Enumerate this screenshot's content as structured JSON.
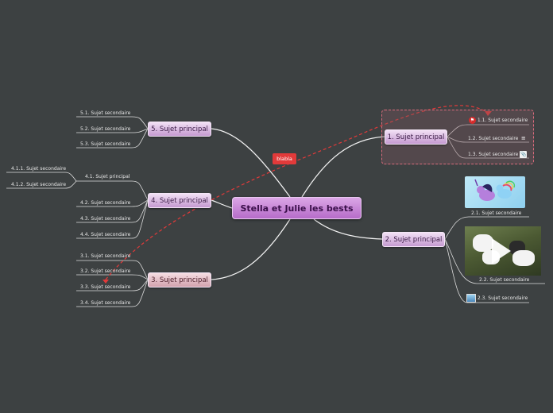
{
  "central": "Stella et Julie les bests",
  "relation_label": "blabla",
  "topics": {
    "t1": {
      "label": "1. Sujet principal",
      "subs": [
        "1.1. Sujet secondaire",
        "1.2. Sujet secondaire",
        "1.3. Sujet secondaire"
      ]
    },
    "t2": {
      "label": "2. Sujet principal",
      "subs": [
        "2.1. Sujet secondaire",
        "2.2. Sujet secondaire",
        "2.3. Sujet secondaire"
      ]
    },
    "t3": {
      "label": "3. Sujet principal",
      "subs": [
        "3.1. Sujet secondaire",
        "3.2. Sujet secondaire",
        "3.3. Sujet secondaire",
        "3.4. Sujet secondaire"
      ]
    },
    "t4": {
      "label": "4. Sujet principal",
      "subs": [
        "4.1. Sujet principal",
        "4.2. Sujet secondaire",
        "4.3. Sujet secondaire",
        "4.4. Sujet secondaire"
      ],
      "subsubs": [
        "4.1.1. Sujet secondaire",
        "4.1.2. Sujet secondaire"
      ]
    },
    "t5": {
      "label": "5. Sujet principal",
      "subs": [
        "5.1. Sujet secondaire",
        "5.2. Sujet secondaire",
        "5.3. Sujet secondaire"
      ]
    }
  },
  "icons": {
    "flag": "flag-icon",
    "notes": "notes-icon",
    "attachment": "attachment-icon",
    "map": "map-icon",
    "video_play": "play-icon"
  },
  "colors": {
    "background": "#3d4142",
    "central": "#c27fd4",
    "relation": "#e23a3a",
    "group_border": "#d96b7c"
  }
}
